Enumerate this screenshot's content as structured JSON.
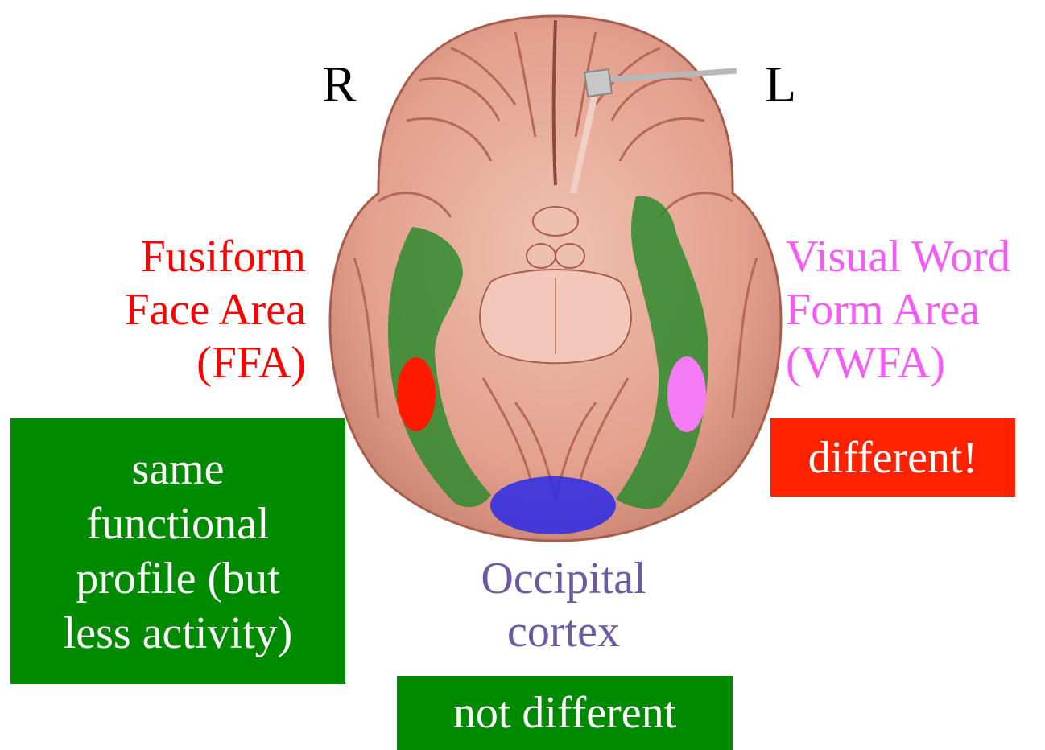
{
  "orientation": {
    "right": "R",
    "left": "L"
  },
  "regions": {
    "ffa": {
      "label": "Fusiform\nFace Area\n(FFA)",
      "color": "#ff0000",
      "result": "same\nfunctional\nprofile (but\nless activity)",
      "result_bg": "#008a00"
    },
    "vwfa": {
      "label": "Visual Word\nForm Area\n(VWFA)",
      "color": "#f55cf5",
      "result": "different!",
      "result_bg": "#ff2200"
    },
    "occipital": {
      "label": "Occipital\ncortex",
      "color": "#6b5aa0",
      "result": "not different",
      "result_bg": "#008a00"
    }
  },
  "colors": {
    "brain_tissue": "#e3a08e",
    "brain_shadow": "#b86a58",
    "ventral_stream_overlay": "#2e8b2e",
    "ffa_spot": "#ff1a00",
    "vwfa_spot": "#f57cf5",
    "occipital_spot": "#2a2ae8"
  }
}
